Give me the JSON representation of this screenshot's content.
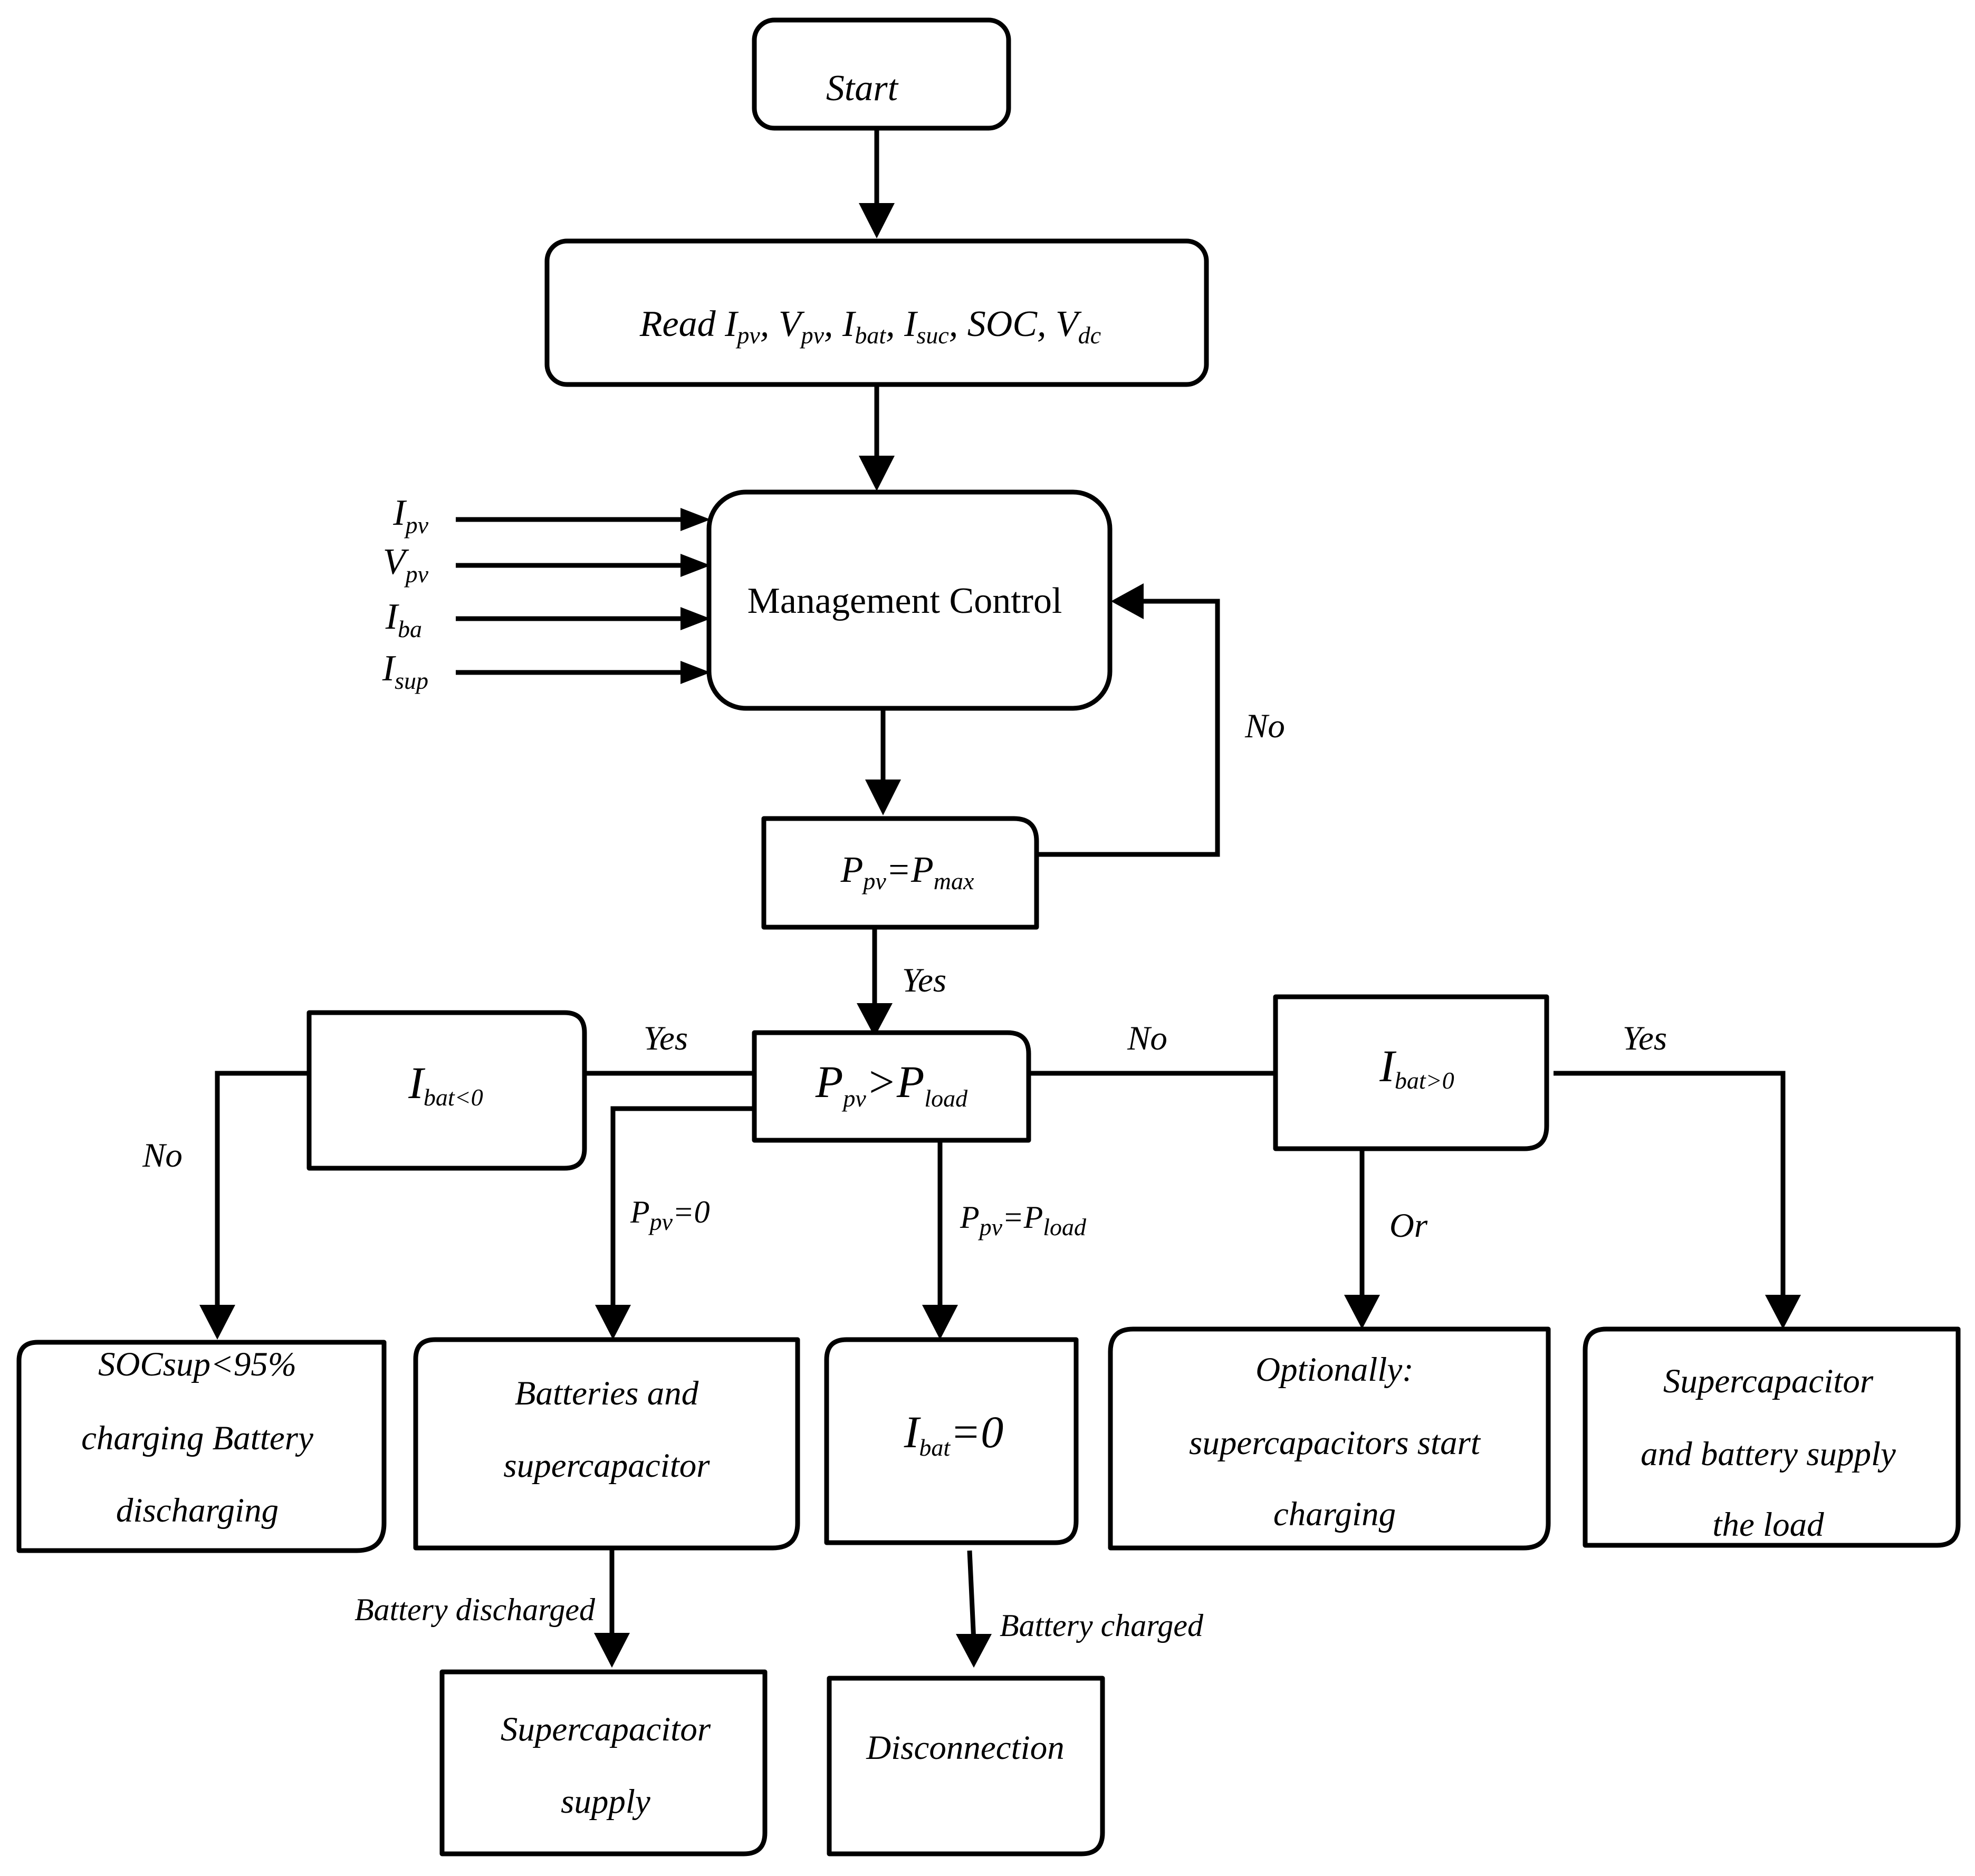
{
  "nodes": {
    "start": "Start",
    "read": {
      "prefix": "Read ",
      "I": "I",
      "pv": "pv",
      "comma1": ", ",
      "V": "V",
      "pv2": "pv",
      "comma2": ", ",
      "I2": "I",
      "bat": "bat",
      "comma3": ", ",
      "I3": "I",
      "suc": "suc",
      "mid": ", SOC, ",
      "V2": "V",
      "dc": "dc"
    },
    "management": "Management Control",
    "inputs": [
      {
        "main": "I",
        "sub": "pv"
      },
      {
        "main": "V",
        "sub": "pv"
      },
      {
        "main": "I",
        "sub": "ba"
      },
      {
        "main": "I",
        "sub": "sup"
      }
    ],
    "decision_pmax": {
      "p1": "P",
      "s1": "pv",
      "eq": "=P",
      "s2": "max"
    },
    "decision_pload": {
      "p1": "P",
      "s1": "pv",
      "gt": ">P",
      "s2": "load"
    },
    "decision_ibat_neg": {
      "main": "I",
      "sub": "bat<0"
    },
    "decision_ibat_pos": {
      "main": "I",
      "sub": "bat>0"
    },
    "soc_box": [
      "SOCsup<95%",
      "charging Battery",
      "discharging"
    ],
    "batt_super_box": [
      "Batteries and",
      "supercapacitor"
    ],
    "ibat_zero": {
      "main": "I",
      "sub": "bat",
      "rest": "=0"
    },
    "optionally_box": [
      "Optionally:",
      "supercapacitors start",
      "charging"
    ],
    "supply_load_box": [
      "Supercapacitor",
      "and battery supply",
      "the load"
    ],
    "super_supply_box": [
      "Supercapacitor",
      "supply"
    ],
    "disconnection": "Disconnection"
  },
  "edge_labels": {
    "no_feedback": "No",
    "yes_pmax": "Yes",
    "yes_left": "Yes",
    "no_right": "No",
    "no_left": "No",
    "yes_right": "Yes",
    "or": "Or",
    "ppv_zero": {
      "p": "P",
      "s": "pv",
      "rest": "=0"
    },
    "ppv_pload": {
      "p": "P",
      "s": "pv",
      "eq": "=P",
      "s2": "load"
    },
    "battery_discharged": "Battery discharged",
    "battery_charged": "Battery charged"
  }
}
